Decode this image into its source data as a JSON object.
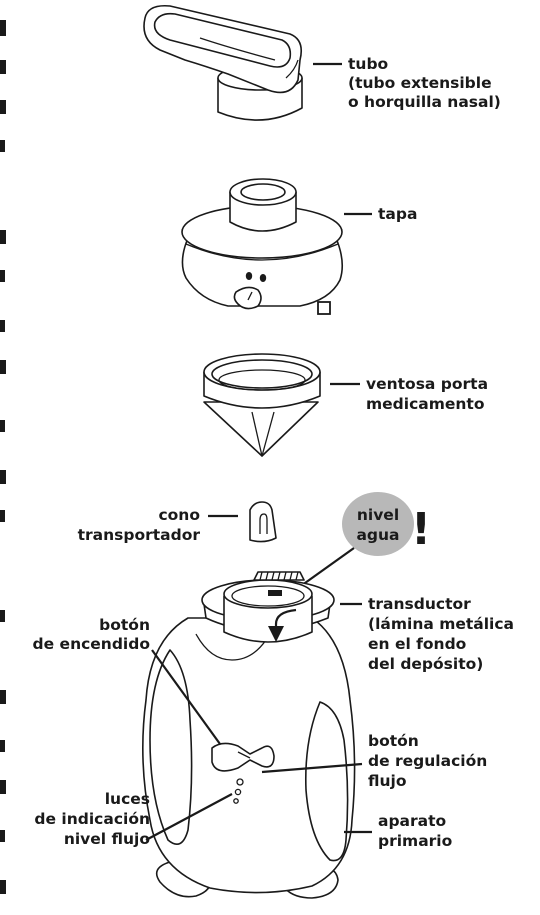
{
  "labels": {
    "tubo": [
      "tubo",
      "(tubo extensible",
      "o horquilla nasal)"
    ],
    "tapa": [
      "tapa"
    ],
    "ventosa": [
      "ventosa porta",
      "medicamento"
    ],
    "cono": [
      "cono",
      "transportador"
    ],
    "nivel": [
      "nivel",
      "agua"
    ],
    "exclamation": "!",
    "transductor": [
      "transductor",
      "(lámina metálica",
      "en el fondo",
      "del depósito)"
    ],
    "boton_encendido": [
      "botón",
      "de encendido"
    ],
    "boton_regulacion": [
      "botón",
      "de regulación",
      "flujo"
    ],
    "luces": [
      "luces",
      "de indicación",
      "nivel flujo"
    ],
    "aparato": [
      "aparato",
      "primario"
    ]
  },
  "colors": {
    "line": "#1a1a1a",
    "bubble": "#b8b8b8",
    "background": "#ffffff"
  }
}
